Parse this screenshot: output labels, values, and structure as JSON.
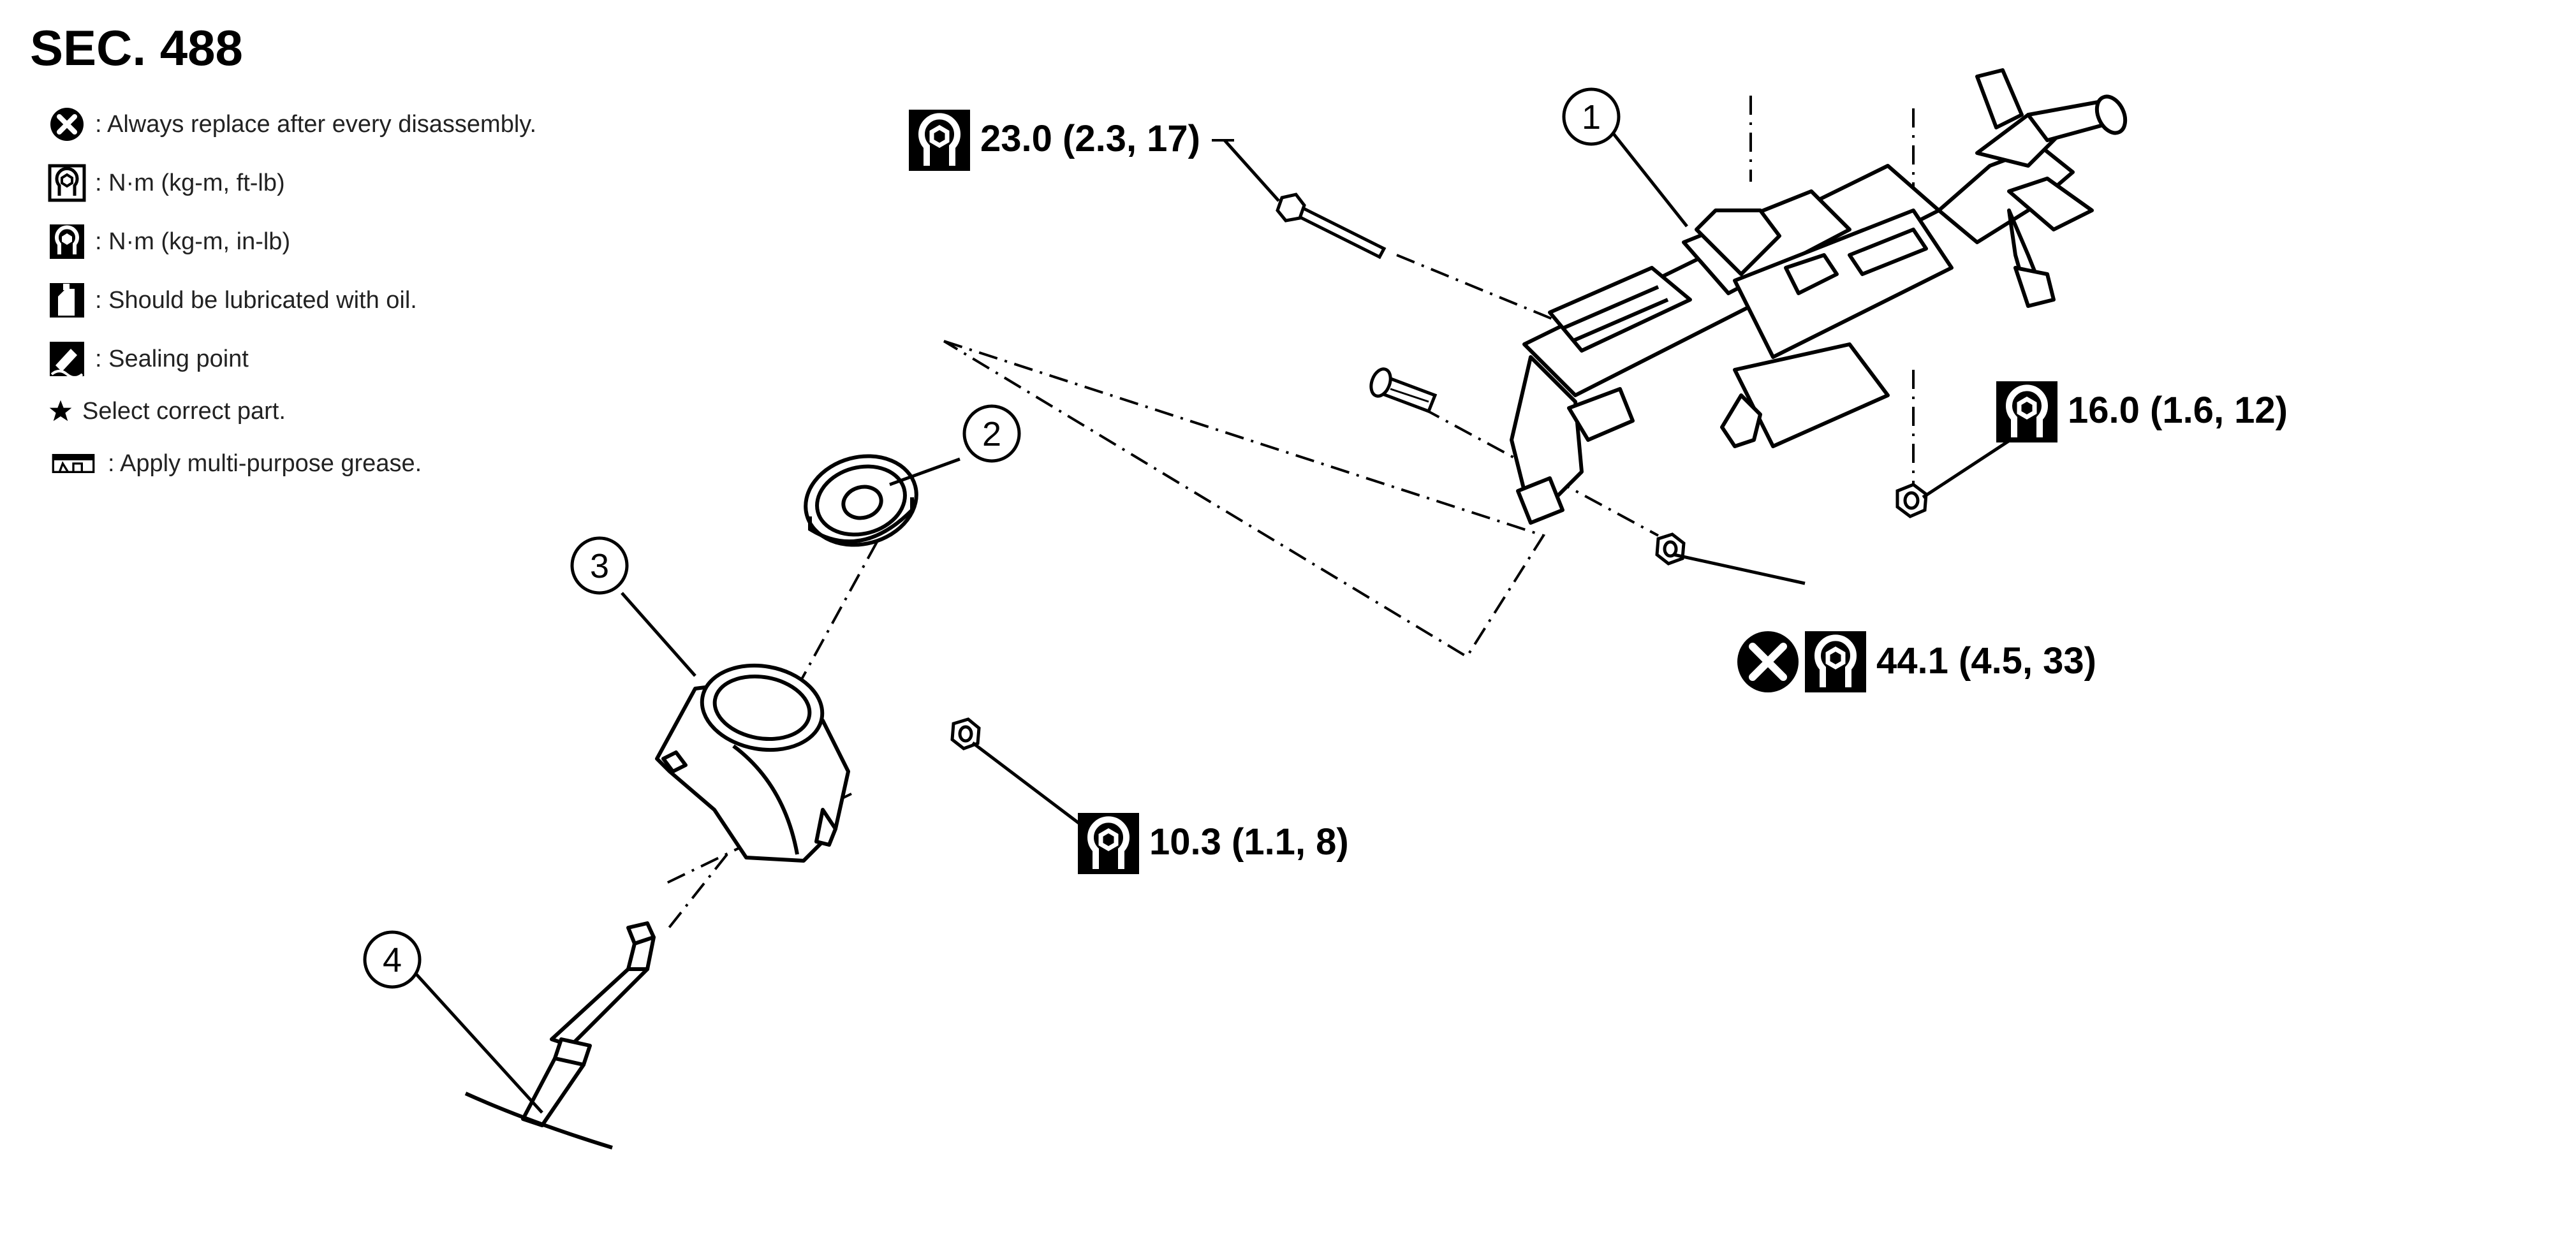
{
  "section_title": "SEC. 488",
  "legend": [
    {
      "icon": "always-replace-icon",
      "text": ": Always replace after every disassembly."
    },
    {
      "icon": "torque-ftlb-icon",
      "text": ": N·m (kg-m, ft-lb)"
    },
    {
      "icon": "torque-inlb-icon",
      "text": ": N·m (kg-m, in-lb)"
    },
    {
      "icon": "oil-can-icon",
      "text": ": Should be lubricated with oil."
    },
    {
      "icon": "sealing-point-icon",
      "text": ": Sealing point"
    },
    {
      "icon": "star-icon",
      "text": "Select correct part."
    },
    {
      "icon": "grease-icon",
      "text": ": Apply multi-purpose grease."
    }
  ],
  "torque_specs": {
    "bolt_top": "23.0 (2.3, 17)",
    "nut_right": "16.0 (1.6, 12)",
    "nut_center": "44.1 (4.5, 33)",
    "nut_left": "10.3 (1.1, 8)"
  },
  "callouts": [
    "1",
    "2",
    "3",
    "4"
  ]
}
